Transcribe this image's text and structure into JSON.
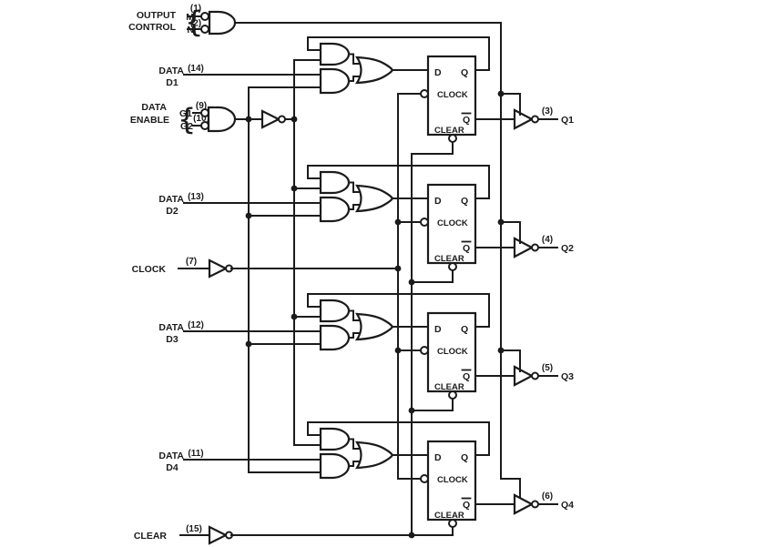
{
  "diagram": {
    "colors": {
      "ink": "#1b1b1b",
      "background": "#ffffff"
    },
    "output_control": {
      "label_line1": "OUTPUT",
      "label_line2": "CONTROL",
      "inputs": [
        {
          "name": "M",
          "pin": "(1)"
        },
        {
          "name": "N",
          "pin": "(2)"
        }
      ]
    },
    "data_enable": {
      "label_line1": "DATA",
      "label_line2": "ENABLE",
      "inputs": [
        {
          "name": "G1",
          "pin": "(9)"
        },
        {
          "name": "G2",
          "pin": "(10)"
        }
      ]
    },
    "clock_input": {
      "label": "CLOCK",
      "pin": "(7)"
    },
    "clear_input": {
      "label": "CLEAR",
      "pin": "(15)"
    },
    "flip_flop_labels": {
      "d": "D",
      "q": "Q",
      "clock": "CLOCK",
      "q_bar": "Q",
      "clear": "CLEAR"
    },
    "stages": [
      {
        "data_label": "DATA",
        "data_name": "D1",
        "data_pin": "(14)",
        "output_pin": "(3)",
        "output_name": "Q1"
      },
      {
        "data_label": "DATA",
        "data_name": "D2",
        "data_pin": "(13)",
        "output_pin": "(4)",
        "output_name": "Q2"
      },
      {
        "data_label": "DATA",
        "data_name": "D3",
        "data_pin": "(12)",
        "output_pin": "(5)",
        "output_name": "Q3"
      },
      {
        "data_label": "DATA",
        "data_name": "D4",
        "data_pin": "(11)",
        "output_pin": "(6)",
        "output_name": "Q4"
      }
    ]
  }
}
